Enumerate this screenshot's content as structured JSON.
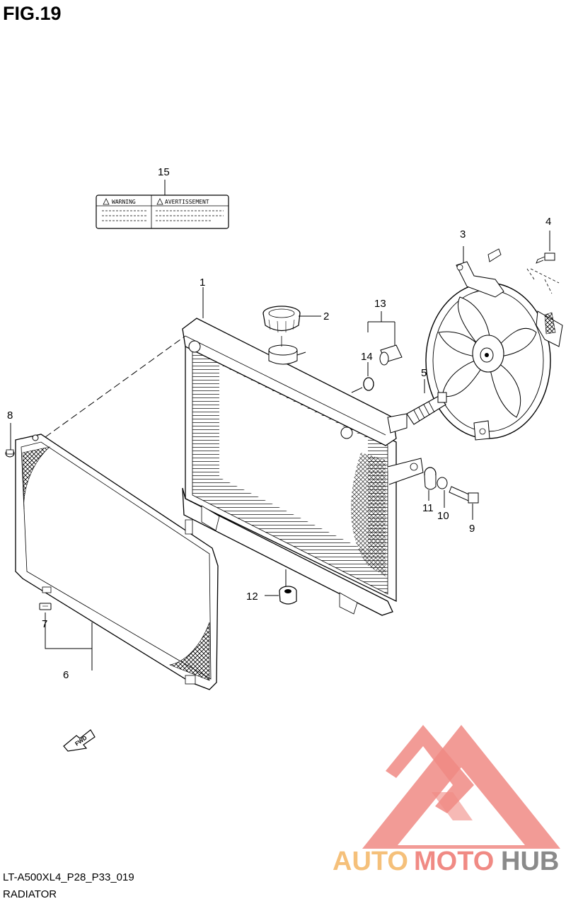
{
  "figure": {
    "title": "FIG.19",
    "code": "LT-A500XL4_P28_P33_019",
    "name": "RADIATOR"
  },
  "label_15": {
    "left_text": "WARNING",
    "right_text": "AVERTISSEMENT"
  },
  "fwd_arrow": {
    "text": "FWD"
  },
  "callouts": {
    "c1": "1",
    "c2": "2",
    "c3": "3",
    "c4": "4",
    "c5": "5",
    "c6": "6",
    "c7": "7",
    "c8": "8",
    "c9": "9",
    "c10": "10",
    "c11": "11",
    "c12": "12",
    "c13": "13",
    "c14": "14",
    "c15": "15"
  },
  "watermark": {
    "part1": "AUTO",
    "part2": "MOTO",
    "part3": "HUB",
    "color_triangle": "#f08a84",
    "color_auto": "#f5c07a",
    "color_moto": "#f08a84",
    "color_hub": "#8a8a8a"
  }
}
